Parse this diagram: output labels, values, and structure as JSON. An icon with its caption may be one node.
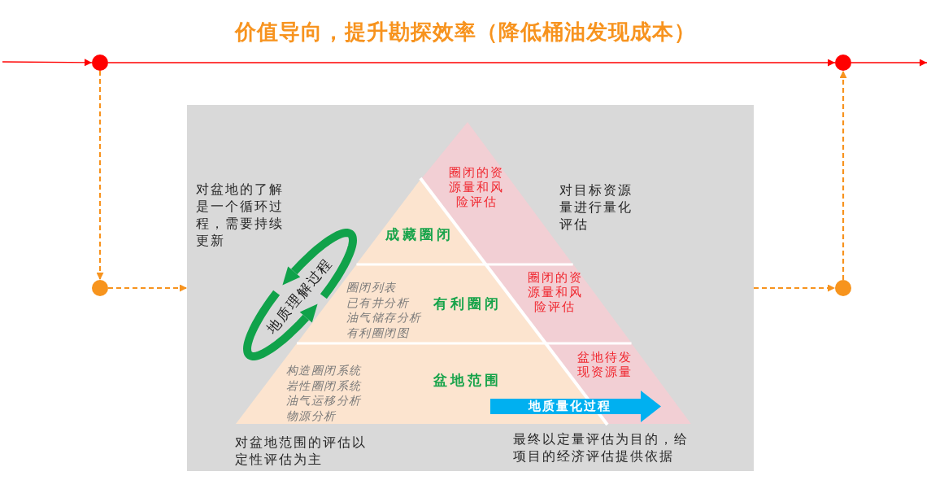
{
  "diagram": {
    "title": "价值导向，提升勘探效率（降低桶油发现成本）",
    "nodes": [
      {
        "text": [],
        "shape": "circle"
      },
      {
        "text": [],
        "shape": "circle"
      },
      {
        "text": [],
        "shape": "circle"
      },
      {
        "text": [],
        "shape": "circle"
      },
      {
        "text": [],
        "shape": "box"
      },
      {
        "text": [
          "圈闭的资源量和风险评估"
        ],
        "in": 4
      },
      {
        "text": [
          "成藏圈闭"
        ],
        "in": 4
      },
      {
        "text": [
          "圈闭的资源量和风险评估"
        ],
        "in": 4
      },
      {
        "text": [
          "有利圈闭",
          "圈闭列表",
          "已有井分析",
          "油气储存分析",
          "有利圈闭图"
        ],
        "in": 4
      },
      {
        "text": [
          "盆地待发现资源量"
        ],
        "in": 4
      },
      {
        "text": [
          "盆地范围",
          "构造圈闭系统",
          "岩性圈闭系统",
          "油气运移分析",
          "物源分析"
        ],
        "in": 4
      },
      {
        "text": [
          "地质量化过程"
        ],
        "in": 4
      }
    ],
    "edges": [
      {
        "from": null,
        "to": 0,
        "arrow": "to",
        "color": "#ff0000"
      },
      {
        "from": 0,
        "to": 1,
        "arrow": "to",
        "color": "#ff0000"
      },
      {
        "from": 1,
        "to": null,
        "arrow": "to",
        "color": "#ff0000"
      },
      {
        "from": 0,
        "to": 2,
        "arrow": "to",
        "style": "dashed"
      },
      {
        "from": 2,
        "to": 4,
        "arrow": "to",
        "style": "dashed"
      },
      {
        "from": 4,
        "to": 3,
        "arrow": "to",
        "style": "dashed"
      },
      {
        "from": 3,
        "to": 1,
        "arrow": "to",
        "style": "dashed"
      }
    ],
    "labels": [
      "对盆地的了解是一个循环过程，需要持续更新",
      "对目标资源量进行量化评估",
      "地质理解过程",
      "对盆地范围的评估以定性评估为主",
      "最终以定量评估为目的，给项目的经济评估提供依据"
    ]
  }
}
